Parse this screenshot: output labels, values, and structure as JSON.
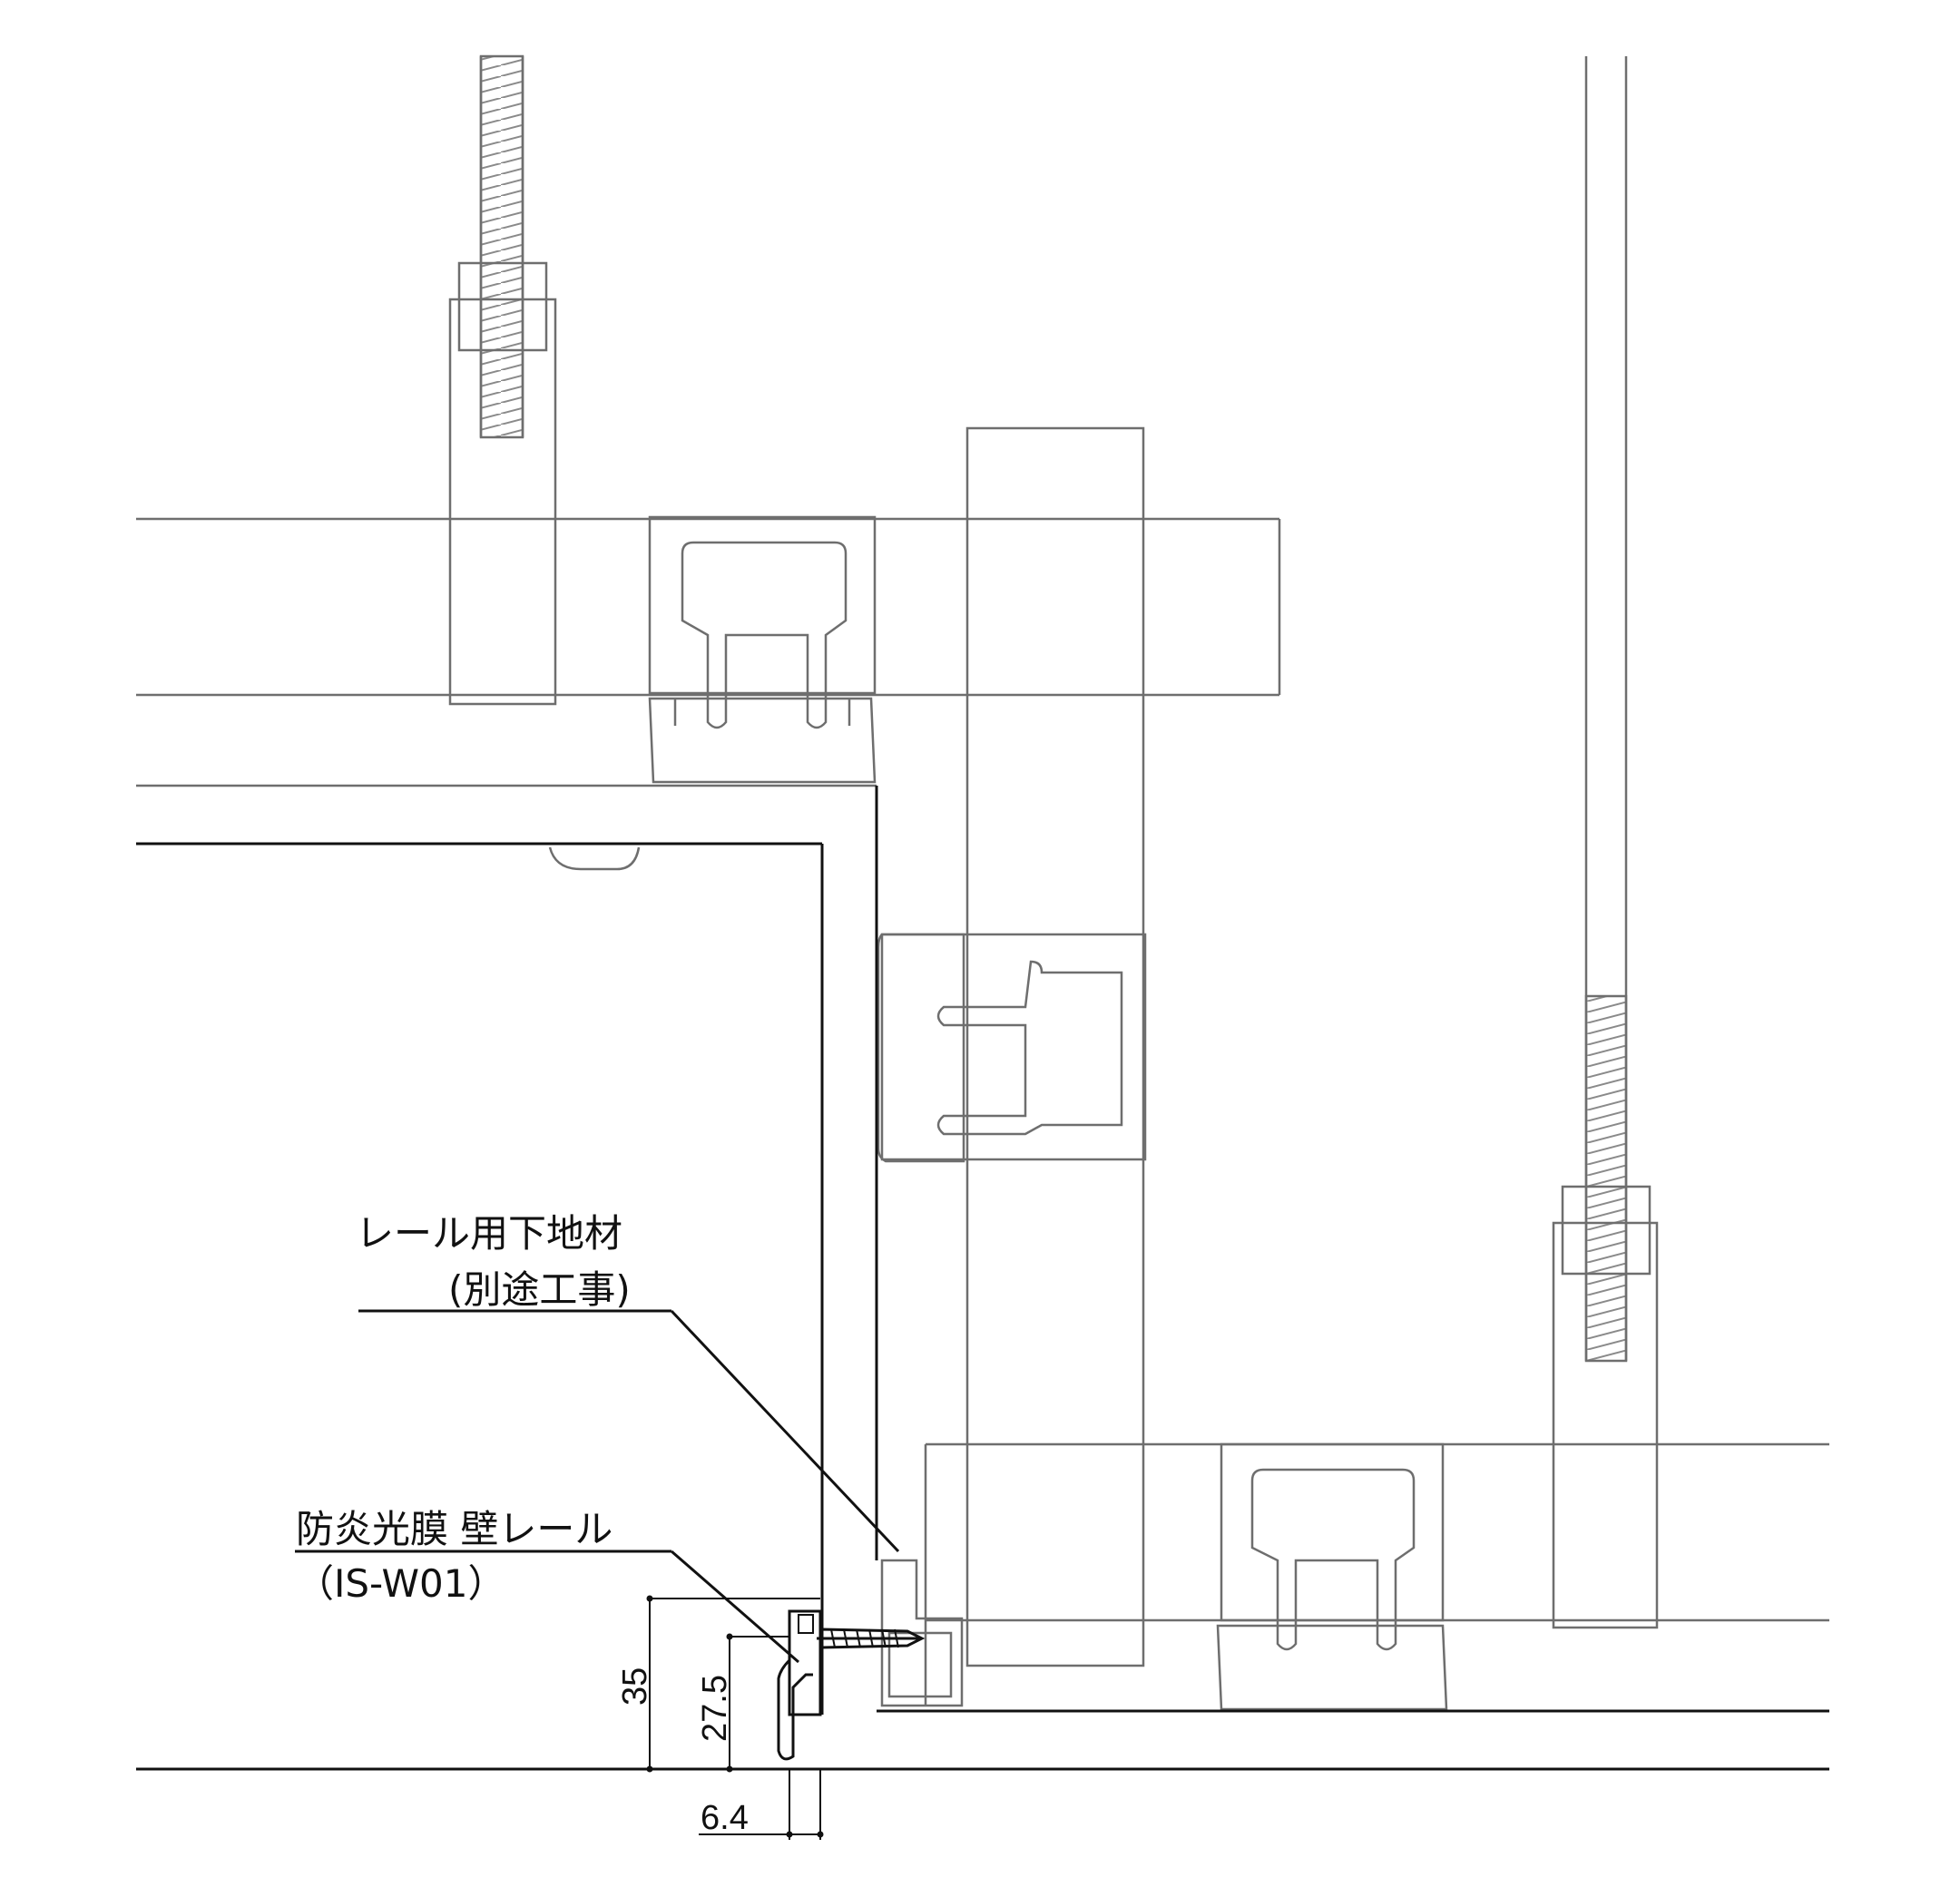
{
  "labels": {
    "rail_substrate_line1": "レール用下地材",
    "rail_substrate_line2": "(別途工事)",
    "wall_rail_line1": "防炎光膜 壁レール",
    "wall_rail_line2": "（IS-W01）"
  },
  "dimensions": {
    "total_height": "35",
    "rail_height": "27.5",
    "rail_width": "6.4"
  },
  "colors": {
    "structure": "#6e6e6e",
    "foreground": "#111111",
    "background": "#ffffff"
  }
}
